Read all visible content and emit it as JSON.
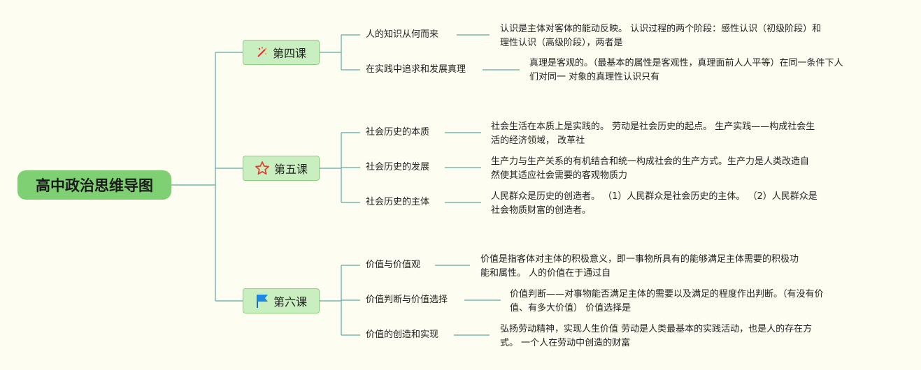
{
  "root": {
    "title": "高中政治思维导图"
  },
  "colors": {
    "line": "#5ba8a0",
    "root_bg": "#7fcf73",
    "lesson_bg": "#c9efc0",
    "background": "#fefdf1"
  },
  "lessons": [
    {
      "label": "第四课",
      "icon": "magic-wand-icon",
      "topics": [
        {
          "label": "人的知识从何而来",
          "detail": [
            "认识是主体对客体的能动反映。 认识过程的两个阶段：感性认识（初级阶段）和",
            "理性认识（高级阶段），两者是"
          ]
        },
        {
          "label": "在实践中追求和发展真理",
          "detail": [
            "真理是客观的。（最基本的属性是客观性，真理面前人人平等）在同一条件下人",
            "们对同一 对象的真理性认识只有"
          ]
        }
      ]
    },
    {
      "label": "第五课",
      "icon": "star-icon",
      "topics": [
        {
          "label": "社会历史的本质",
          "detail": [
            "社会生活在本质上是实践的。 劳动是社会历史的起点。 生产实践——构成社会生",
            "活的经济领域， 改革社"
          ]
        },
        {
          "label": "社会历史的发展",
          "detail": [
            "生产力与生产关系的有机结合和统一构成社会的生产方式。生产力是人类改造自",
            "然使其适应社会需要的客观物质力"
          ]
        },
        {
          "label": "社会历史的主体",
          "detail": [
            "人民群众是历史的创造者。 （1）人民群众是社会历史的主体。 （2）人民群众是",
            "社会物质财富的创造者。"
          ]
        }
      ]
    },
    {
      "label": "第六课",
      "icon": "flag-icon",
      "topics": [
        {
          "label": "价值与价值观",
          "detail": [
            "价值是指客体对主体的积极意义，即一事物所具有的能够满足主体需要的积极功",
            "能和属性。 人的价值在于通过自"
          ]
        },
        {
          "label": "价值判断与价值选择",
          "detail": [
            "价值判断——对事物能否满足主体的需要以及满足的程度作出判断。（有没有价",
            "值、有多大价值） 价值选择是"
          ]
        },
        {
          "label": "价值的创造和实现",
          "detail": [
            "弘扬劳动精神，实现人生价值 劳动是人类最基本的实践活动，也是人的存在方",
            "式。 一个人在劳动中创造的财富"
          ]
        }
      ]
    }
  ]
}
